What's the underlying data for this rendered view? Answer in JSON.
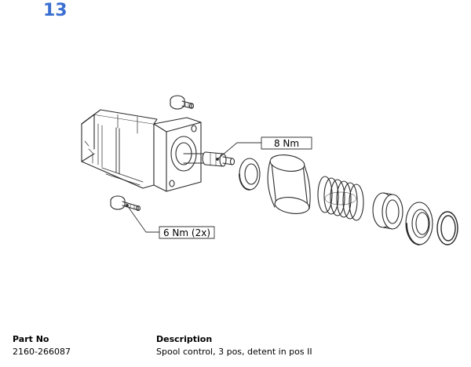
{
  "step_number": "13",
  "callouts": {
    "torque_spool": "8 Nm",
    "torque_screws": "6 Nm (2x)"
  },
  "table": {
    "headers": {
      "part_no": "Part No",
      "description": "Description"
    },
    "rows": [
      {
        "part_no": "2160-266087",
        "description": "Spool control, 3 pos, detent in pos II"
      }
    ]
  }
}
